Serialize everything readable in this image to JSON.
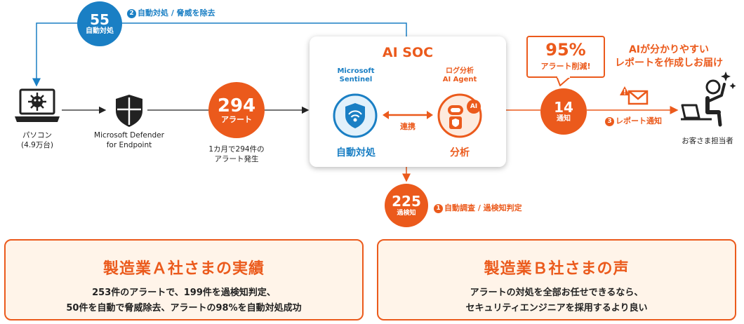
{
  "auto_loop": {
    "count": "55",
    "label": "自動対処",
    "step_label": "自動対処 / 脅威を除去",
    "step_badge": "2"
  },
  "pc": {
    "label": "パソコン",
    "sub": "(4.9万台)"
  },
  "defender": {
    "line1": "Microsoft Defender",
    "line2": "for Endpoint"
  },
  "alerts": {
    "count": "294",
    "label": "アラート",
    "note_line1": "1カ月で294件の",
    "note_line2": "アラート発生"
  },
  "soc": {
    "title": "AI SOC",
    "sentinel": {
      "line1": "Microsoft",
      "line2": "Sentinel",
      "action": "自動対処"
    },
    "link_label": "連携",
    "agent": {
      "line1": "ログ分析",
      "line2": "AI Agent",
      "action": "分析",
      "chip": "AI"
    }
  },
  "false_positive": {
    "count": "225",
    "label": "過検知",
    "step_label": "自動調査 / 過検知判定",
    "step_badge": "1"
  },
  "reduction": {
    "percent": "95%",
    "label": "アラート削減!"
  },
  "notify": {
    "count": "14",
    "label": "通知",
    "step_label": "レポート通知",
    "step_badge": "3"
  },
  "headline": {
    "line1": "AIが分かりやすい",
    "line2": "レポートを作成しお届け"
  },
  "customer": {
    "label": "お客さま担当者"
  },
  "case_a": {
    "title": "製造業Ａ社さまの実績",
    "line1": "253件のアラートで、199件を過検知判定、",
    "line2": "50件を自動で脅威除去、アラートの98%を自動対処成功"
  },
  "case_b": {
    "title": "製造業Ｂ社さまの声",
    "line1": "アラートの対処を全部お任せできるなら、",
    "line2": "セキュリティエンジニアを採用するより良い"
  },
  "colors": {
    "blue": "#1a7fc4",
    "orange": "#eb5a1c",
    "card_bg": "#fff4e9"
  }
}
